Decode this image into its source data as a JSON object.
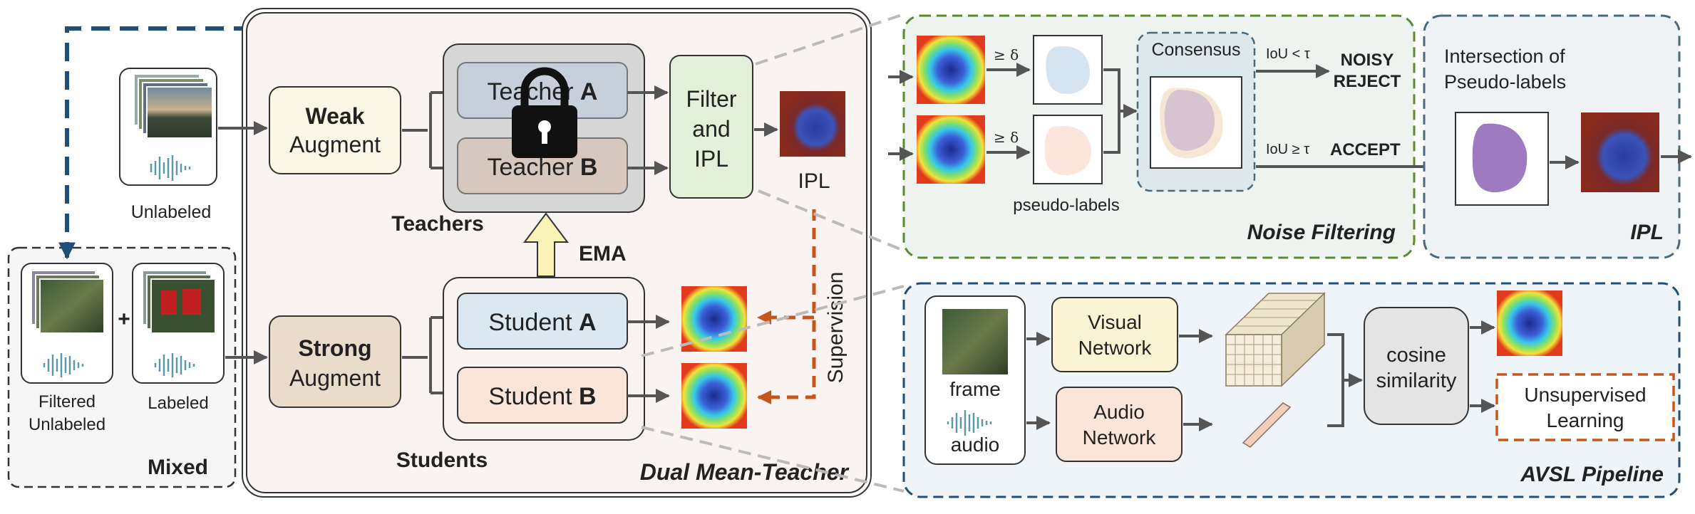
{
  "diagram": {
    "left": {
      "unlabeled": "Unlabeled",
      "filtered_unlabeled": [
        "Filtered",
        "Unlabeled"
      ],
      "labeled": "Labeled",
      "plus": "+",
      "mixed": "Mixed"
    },
    "dual_mean_teacher": {
      "weak_augment": [
        "Weak",
        "Augment"
      ],
      "strong_augment": [
        "Strong",
        "Augment"
      ],
      "teacher_a": [
        "Teacher ",
        "A"
      ],
      "teacher_b": [
        "Teacher ",
        "B"
      ],
      "teachers": "Teachers",
      "student_a": [
        "Student ",
        "A"
      ],
      "student_b": [
        "Student ",
        "B"
      ],
      "students": "Students",
      "ema": "EMA",
      "filter_ipl": [
        "Filter",
        "and",
        "IPL"
      ],
      "ipl": "IPL",
      "supervision": "Supervision",
      "title": "Dual Mean-Teacher"
    },
    "noise_filtering": {
      "ge_delta_1": "≥ δ",
      "ge_delta_2": "≥ δ",
      "consensus": "Consensus",
      "pseudo_labels": "pseudo-labels",
      "iou_lt": "IoU < τ",
      "noisy": "NOISY",
      "reject": "REJECT",
      "iou_ge": "IoU ≥ τ",
      "accept": "ACCEPT",
      "title": "Noise Filtering"
    },
    "ipl_panel": {
      "heading": [
        "Intersection of",
        "Pseudo-labels"
      ],
      "title": "IPL"
    },
    "avsl": {
      "frame": "frame",
      "audio": "audio",
      "visual_network": [
        "Visual",
        "Network"
      ],
      "audio_network": [
        "Audio",
        "Network"
      ],
      "cosine_similarity": [
        "cosine",
        "similarity"
      ],
      "unsupervised_learning": [
        "Unsupervised",
        "Learning"
      ],
      "title": "AVSL Pipeline"
    },
    "colors": {
      "blue_dash": "#1f4e79",
      "orange": "#c8561c",
      "green": "#5a8a2e",
      "red": "#c0141c",
      "gold": "#c9a227",
      "avsl_blue": "#2a6fb3"
    }
  }
}
